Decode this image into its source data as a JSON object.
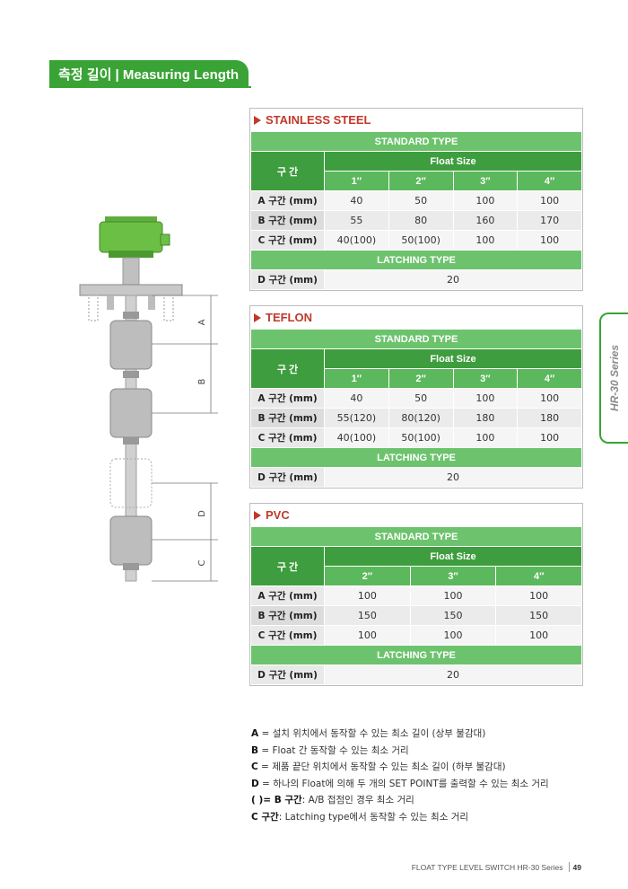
{
  "header": {
    "title": "측정 길이 | Measuring Length"
  },
  "side_tab": {
    "label": "HR-30 Series"
  },
  "diagram": {
    "dims": [
      "A",
      "B",
      "D",
      "C"
    ]
  },
  "tables": [
    {
      "name": "STAINLESS STEEL",
      "standard_label": "STANDARD TYPE",
      "section_label": "구 간",
      "float_size_label": "Float Size",
      "sizes": [
        "1″",
        "2″",
        "3″",
        "4″"
      ],
      "rows": [
        {
          "label": "A 구간 (mm)",
          "values": [
            "40",
            "50",
            "100",
            "100"
          ]
        },
        {
          "label": "B 구간 (mm)",
          "values": [
            "55",
            "80",
            "160",
            "170"
          ]
        },
        {
          "label": "C 구간 (mm)",
          "values": [
            "40(100)",
            "50(100)",
            "100",
            "100"
          ]
        }
      ],
      "latching_label": "LATCHING TYPE",
      "d_label": "D 구간 (mm)",
      "d_value": "20"
    },
    {
      "name": "TEFLON",
      "standard_label": "STANDARD TYPE",
      "section_label": "구 간",
      "float_size_label": "Float Size",
      "sizes": [
        "1″",
        "2″",
        "3″",
        "4″"
      ],
      "rows": [
        {
          "label": "A 구간 (mm)",
          "values": [
            "40",
            "50",
            "100",
            "100"
          ]
        },
        {
          "label": "B 구간 (mm)",
          "values": [
            "55(120)",
            "80(120)",
            "180",
            "180"
          ]
        },
        {
          "label": "C 구간 (mm)",
          "values": [
            "40(100)",
            "50(100)",
            "100",
            "100"
          ]
        }
      ],
      "latching_label": "LATCHING TYPE",
      "d_label": "D 구간 (mm)",
      "d_value": "20"
    },
    {
      "name": "PVC",
      "standard_label": "STANDARD TYPE",
      "section_label": "구 간",
      "float_size_label": "Float Size",
      "sizes": [
        "2″",
        "3″",
        "4″"
      ],
      "rows": [
        {
          "label": "A 구간 (mm)",
          "values": [
            "100",
            "100",
            "100"
          ]
        },
        {
          "label": "B 구간 (mm)",
          "values": [
            "150",
            "150",
            "150"
          ]
        },
        {
          "label": "C 구간 (mm)",
          "values": [
            "100",
            "100",
            "100"
          ]
        }
      ],
      "latching_label": "LATCHING TYPE",
      "d_label": "D 구간 (mm)",
      "d_value": "20"
    }
  ],
  "notes": [
    {
      "key": "A",
      "text": " = 설치 위치에서 동작할 수 있는 최소 길이 (상부 불감대)"
    },
    {
      "key": "B",
      "text": " = Float 간 동작할 수 있는 최소 거리"
    },
    {
      "key": "C",
      "text": " = 제품 끝단 위치에서 동작할 수 있는 최소 길이 (하부 불감대)"
    },
    {
      "key": "D",
      "text": " = 하나의 Float에 의해 두 개의 SET POINT를 출력할 수 있는 최소 거리"
    },
    {
      "key": "( )= B 구간",
      "text": ": A/B 접점인 경우 최소 거리"
    },
    {
      "key": "C 구간",
      "text": ": Latching type에서 동작할 수 있는 최소 거리"
    }
  ],
  "footer": {
    "text": "FLOAT TYPE  LEVEL SWITCH  HR-30 Series",
    "page": "49"
  },
  "colors": {
    "brand_green": "#3aa335",
    "header_green": "#5cb85c",
    "accent_red": "#c0392b"
  }
}
